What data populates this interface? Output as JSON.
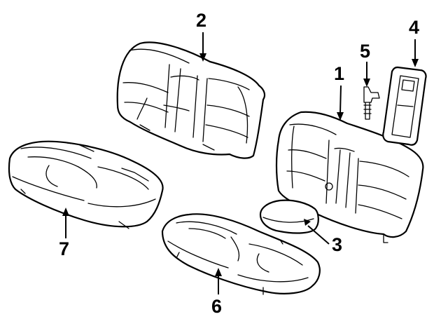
{
  "callouts": [
    {
      "id": "1",
      "text": "1"
    },
    {
      "id": "2",
      "text": "2"
    },
    {
      "id": "3",
      "text": "3"
    },
    {
      "id": "4",
      "text": "4"
    },
    {
      "id": "5",
      "text": "5"
    },
    {
      "id": "6",
      "text": "6"
    },
    {
      "id": "7",
      "text": "7"
    }
  ],
  "parts": {
    "rear_seat_back": {
      "callout": "1",
      "icon": "seat-back-icon"
    },
    "seat_back_alt": {
      "callout": "2",
      "icon": "seat-back-icon"
    },
    "armrest": {
      "callout": "3",
      "icon": "armrest-icon"
    },
    "panel": {
      "callout": "4",
      "icon": "panel-icon"
    },
    "bolt": {
      "callout": "5",
      "icon": "bolt-icon"
    },
    "seat_cushion": {
      "callout": "6",
      "icon": "seat-cushion-icon"
    },
    "cushion_alt": {
      "callout": "7",
      "icon": "seat-cushion-icon"
    }
  },
  "colors": {
    "line": "#000000",
    "background": "#ffffff"
  }
}
